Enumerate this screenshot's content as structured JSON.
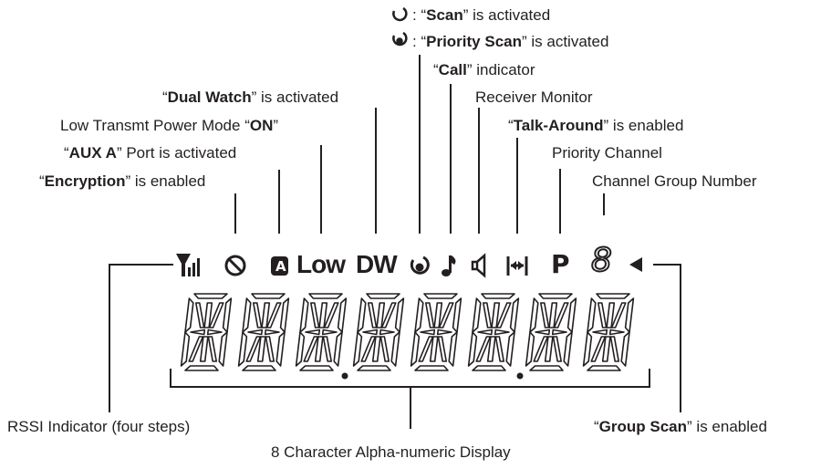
{
  "labels": {
    "scan": {
      "pre": ": “",
      "bold": "Scan",
      "post": "” is activated"
    },
    "priority_scan": {
      "pre": ": “",
      "bold": "Priority Scan",
      "post": "” is activated"
    },
    "call": {
      "pre": "“",
      "bold": "Call",
      "post": "” indicator"
    },
    "dual_watch": {
      "pre": "“",
      "bold": "Dual Watch",
      "post": "” is activated"
    },
    "receiver_monitor": "Receiver Monitor",
    "low_power": {
      "pre": "Low Transmt Power Mode “",
      "bold": "ON",
      "post": "”"
    },
    "talk_around": {
      "pre": "“",
      "bold": "Talk-Around",
      "post": "” is enabled"
    },
    "aux_a": {
      "pre": "“",
      "bold": "AUX A",
      "post": "” Port is activated"
    },
    "priority_channel": "Priority Channel",
    "encryption": {
      "pre": "“",
      "bold": "Encryption",
      "post": "” is enabled"
    },
    "channel_group": "Channel Group Number",
    "rssi": "RSSI Indicator (four steps)",
    "group_scan": {
      "pre": "“",
      "bold": "Group Scan",
      "post": "” is enabled"
    },
    "display": "8 Character Alpha-numeric Display"
  },
  "icons": {
    "low": "Low",
    "dw": "DW",
    "priority": "P",
    "aux": "A",
    "group_digit": "8"
  },
  "display_chars": [
    "8",
    "8",
    "8",
    "8",
    "8",
    "8",
    "8",
    "8"
  ]
}
